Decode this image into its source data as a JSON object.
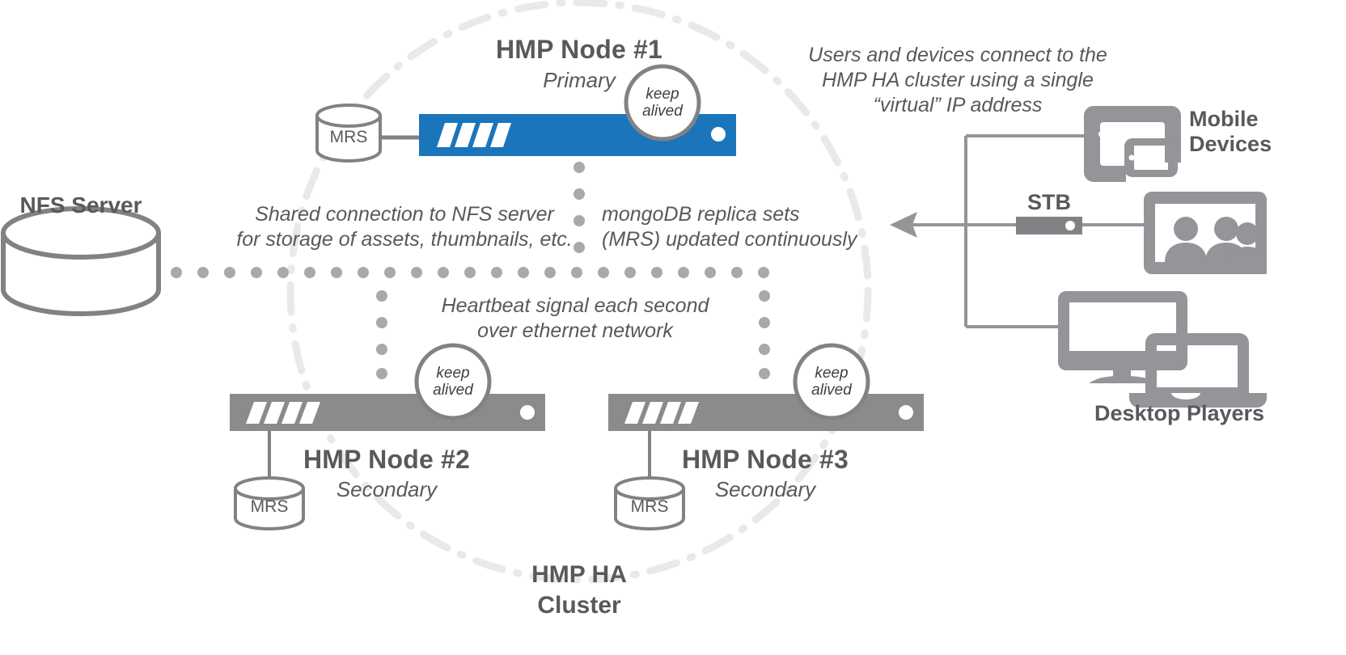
{
  "diagram": {
    "title": "HMP High Availability Cluster",
    "colors": {
      "primary_blue": "#1b75bb",
      "node_gray": "#8b8b8b",
      "text_gray": "#58595b",
      "dotted_gray": "#a7a9ac",
      "arc_gray": "#e9e9e9",
      "outline_gray": "#808285"
    }
  },
  "nodes": [
    {
      "id": "node1",
      "title": "HMP Node #1",
      "role": "Primary",
      "state": "primary",
      "badge": {
        "line1": "keep",
        "line2": "alived"
      },
      "db": {
        "label": "MRS"
      }
    },
    {
      "id": "node2",
      "title": "HMP Node #2",
      "role": "Secondary",
      "state": "secondary",
      "badge": {
        "line1": "keep",
        "line2": "alived"
      },
      "db": {
        "label": "MRS"
      }
    },
    {
      "id": "node3",
      "title": "HMP Node #3",
      "role": "Secondary",
      "state": "secondary",
      "badge": {
        "line1": "keep",
        "line2": "alived"
      },
      "db": {
        "label": "MRS"
      }
    }
  ],
  "storage": {
    "label": "NFS Server"
  },
  "cluster": {
    "label_line1": "HMP HA",
    "label_line2": "Cluster"
  },
  "notes": {
    "nfs_shared": {
      "line1": "Shared connection to NFS server",
      "line2": "for storage of assets, thumbnails, etc."
    },
    "mongo_replica": {
      "line1": "mongoDB replica sets",
      "line2": "(MRS)  updated continuously"
    },
    "heartbeat": {
      "line1": "Heartbeat signal each second",
      "line2": "over ethernet network"
    },
    "virtual_ip": {
      "line1": "Users and devices connect to the",
      "line2": "HMP HA cluster using a single",
      "line3": "“virtual” IP address"
    }
  },
  "clients": [
    {
      "id": "mobile",
      "label_line1": "Mobile",
      "label_line2": "Devices",
      "icon": "tablet-phone-icon"
    },
    {
      "id": "stb",
      "label_line1": "STB",
      "label_line2": "",
      "icon": "set-top-box-icon"
    },
    {
      "id": "tv",
      "label_line1": "",
      "label_line2": "",
      "icon": "tv-viewers-icon"
    },
    {
      "id": "desktop",
      "label_line1": "Desktop Players",
      "label_line2": "",
      "icon": "monitor-laptop-icon"
    }
  ]
}
